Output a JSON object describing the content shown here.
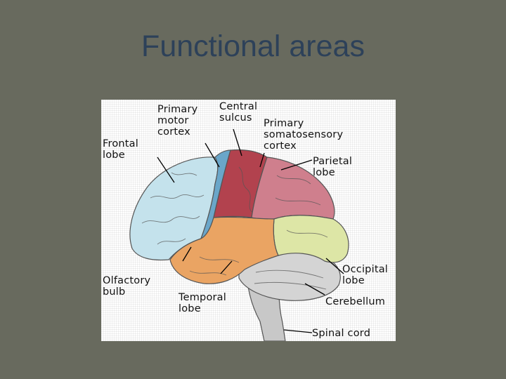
{
  "slide": {
    "title": "Functional areas"
  },
  "labels": {
    "frontal_lobe": "Frontal\nlobe",
    "primary_motor_cortex": "Primary\nmotor\ncortex",
    "central_sulcus": "Central\nsulcus",
    "primary_somatosensory_cortex": "Primary\nsomatosensory\ncortex",
    "parietal_lobe": "Parietal\nlobe",
    "olfactory_bulb": "Olfactory\nbulb",
    "temporal_lobe": "Temporal\nlobe",
    "occipital_lobe": "Occipital\nlobe",
    "cerebellum": "Cerebellum",
    "spinal_cord": "Spinal cord"
  },
  "colors": {
    "frontal": "#c4e2ec",
    "motor": "#6aa6c9",
    "somatosensory": "#b2424e",
    "parietal": "#cf7f8d",
    "temporal": "#eaa463",
    "occipital": "#dde6a6",
    "cerebellum": "#d4d4d4",
    "brainstem": "#c8c8c8"
  }
}
